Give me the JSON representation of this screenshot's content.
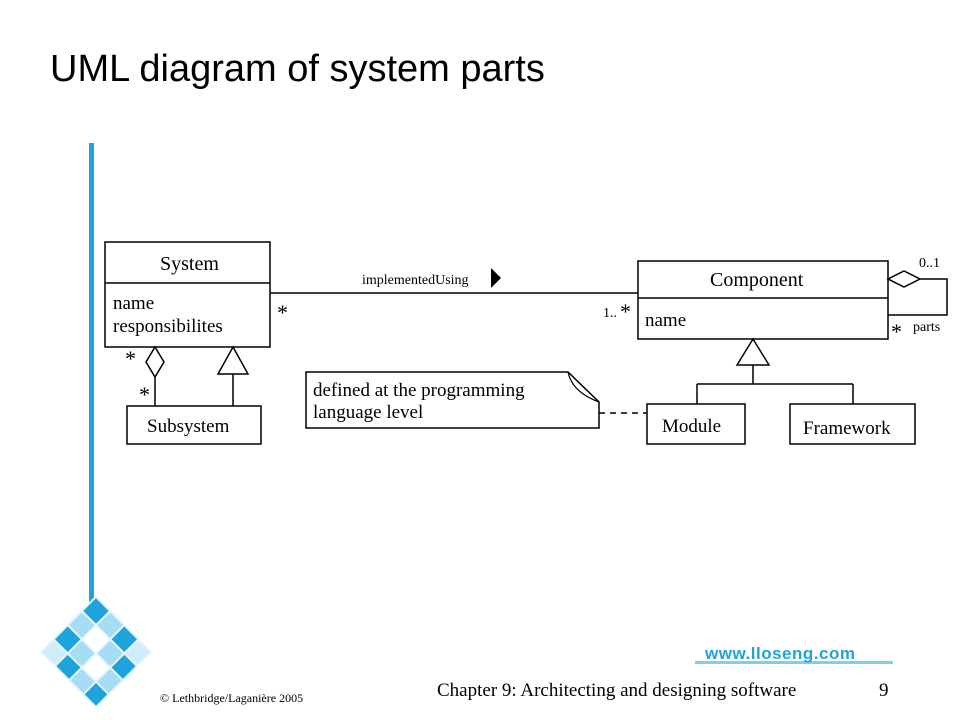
{
  "slide": {
    "title": "UML diagram of system parts",
    "url": "www.lloseng.com",
    "copyright": "© Lethbridge/Laganière 2005",
    "chapter": "Chapter 9: Architecting and designing software",
    "page_number": "9"
  },
  "diagram": {
    "system": {
      "name": "System",
      "attributes": [
        "name",
        "responsibilites"
      ]
    },
    "subsystem": {
      "name": "Subsystem"
    },
    "component": {
      "name": "Component",
      "attributes": [
        "name"
      ]
    },
    "module": {
      "name": "Module"
    },
    "framework": {
      "name": "Framework"
    },
    "association": {
      "label": "implementedUsing",
      "system_multiplicity": "*",
      "component_multiplicity_prefix": "1..",
      "component_multiplicity_star": "*"
    },
    "system_aggregation": {
      "whole_multiplicity": "*",
      "part_multiplicity": "*"
    },
    "component_aggregation": {
      "whole_multiplicity": "0..1",
      "part_multiplicity": "*",
      "role": "parts"
    },
    "note": {
      "lines": [
        "defined at the programming",
        "language level"
      ]
    }
  },
  "colors": {
    "accent": "#1fa3dc",
    "accent_light": "#7fcdf0",
    "ink": "#000000"
  }
}
